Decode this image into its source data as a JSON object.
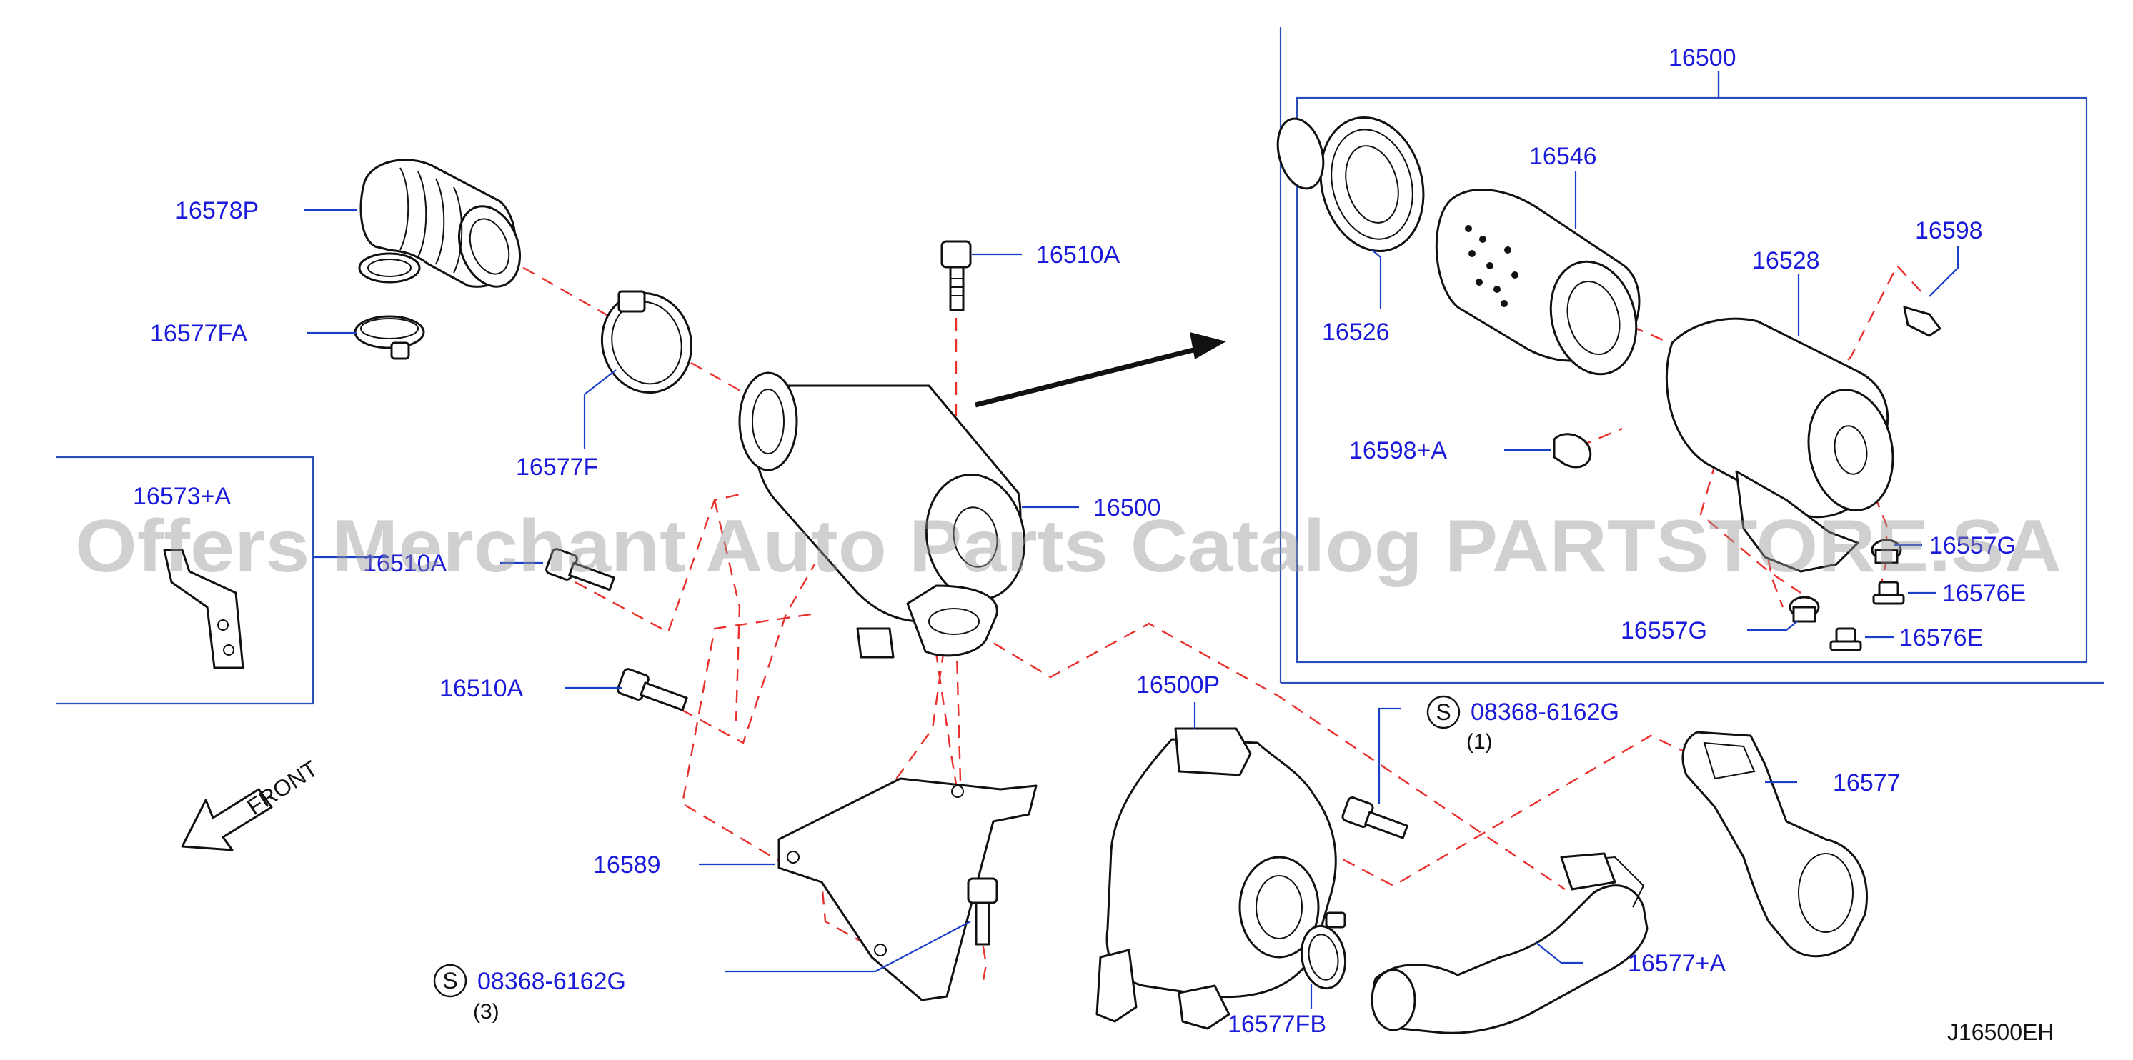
{
  "watermark": "Offers Merchant Auto Parts Catalog PARTSTORE.SA",
  "diagram_code": "J16500EH",
  "front_label": "FRONT",
  "callouts": {
    "p16578P": "16578P",
    "p16577FA": "16577FA",
    "p16577F": "16577F",
    "p16510A_top": "16510A",
    "p16500_main": "16500",
    "p16573A": "16573+A",
    "p16510A_left": "16510A",
    "p16510A_mid": "16510A",
    "p16589": "16589",
    "p08368_bottom": "08368-6162G",
    "p08368_bottom_qty": "(3)",
    "p08368_right": "08368-6162G",
    "p08368_right_qty": "(1)",
    "p16500P": "16500P",
    "p16577": "16577",
    "p16577A": "16577+A",
    "p16577FB": "16577FB",
    "p16500_box": "16500",
    "p16546": "16546",
    "p16526": "16526",
    "p16528": "16528",
    "p16598": "16598",
    "p16598A": "16598+A",
    "p16557G_top": "16557G",
    "p16576E_top": "16576E",
    "p16557G_bottom": "16557G",
    "p16576E_bottom": "16576E",
    "s_marker": "S"
  },
  "colors": {
    "part_number": "#1a1ad8",
    "leader_line": "#1a40c8",
    "assembly_dash": "#e8302c",
    "line_art": "#111111"
  }
}
